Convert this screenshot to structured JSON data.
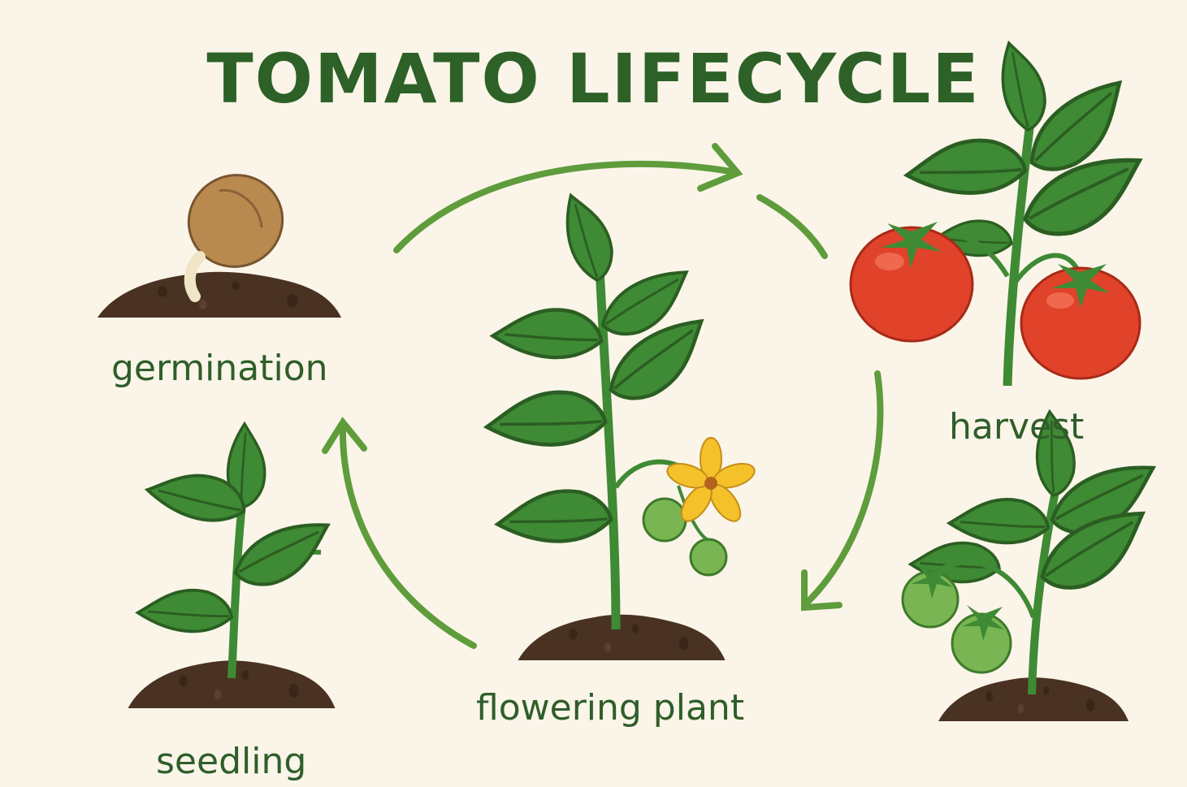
{
  "title": "TOMATO LIFECYCLE",
  "stages": {
    "germination": "germination",
    "seedling": "seedling",
    "flowering": "flowering plant",
    "harvest": "harvest"
  },
  "colors": {
    "background": "#faf5e8",
    "title": "#2d6127",
    "arrow": "#5f9c3c",
    "leaf": "#3f8a34",
    "soil": "#4a3222",
    "tomato_red": "#e0422a",
    "tomato_green": "#79b552",
    "flower": "#f4c12a",
    "seed": "#b98a4f"
  }
}
